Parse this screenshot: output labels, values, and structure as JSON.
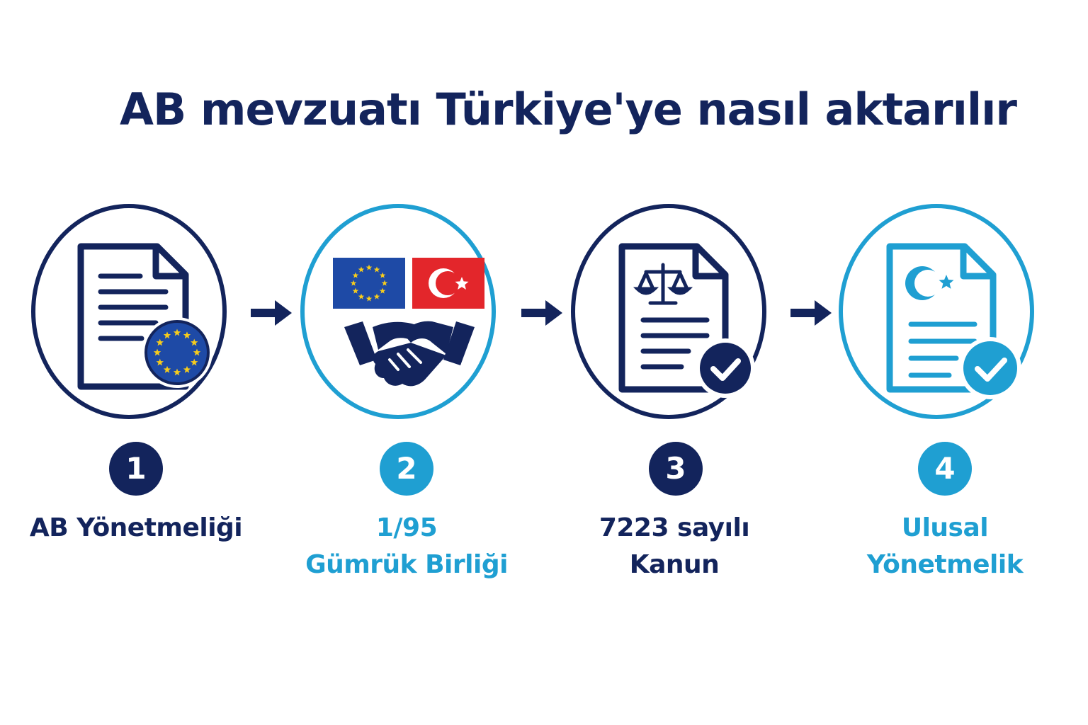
{
  "title": "AB mevzuatı Türkiye'ye nasıl aktarılır",
  "colors": {
    "navy": "#13245c",
    "cyan": "#1f9fd2",
    "eu_blue": "#1e4aa6",
    "eu_gold": "#f7cc1c",
    "turkey_red": "#e3262b"
  },
  "steps": [
    {
      "number": "1",
      "lines": [
        "AB Yönetmeliği"
      ],
      "icon": "eu-regulation-document-icon",
      "color": "navy"
    },
    {
      "number": "2",
      "lines": [
        "1/95",
        "Gümrük Birliği"
      ],
      "icon": "eu-turkey-handshake-icon",
      "color": "cyan"
    },
    {
      "number": "3",
      "lines": [
        "7223 sayılı",
        "Kanun"
      ],
      "icon": "law-document-check-icon",
      "color": "navy"
    },
    {
      "number": "4",
      "lines": [
        "Ulusal",
        "Yönetmelik"
      ],
      "icon": "national-regulation-check-icon",
      "color": "cyan"
    }
  ]
}
